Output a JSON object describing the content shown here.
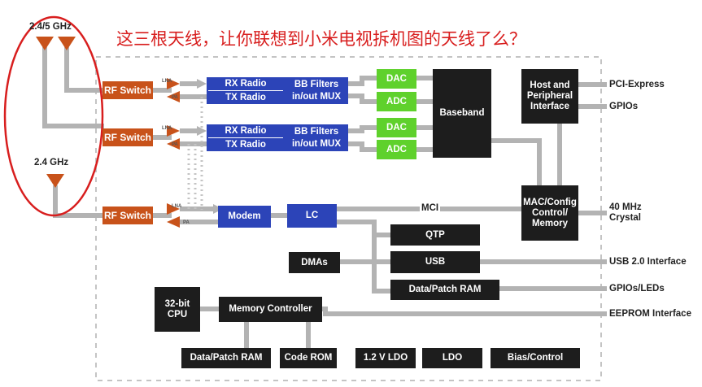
{
  "annotation": {
    "text": "这三根天线，让你联想到小米电视拆机图的天线了么？",
    "color": "#d81e1e"
  },
  "antennas": {
    "band_dual": "2.4/5 GHz",
    "band_single": "2.4 GHz"
  },
  "rf": {
    "switch": "RF Switch",
    "lna": "LNA",
    "pa": "PA"
  },
  "radio": {
    "rx": "RX Radio",
    "tx": "TX Radio",
    "bb_filters": "BB Filters",
    "mux": "in/out MUX"
  },
  "converters": {
    "dac": "DAC",
    "adc": "ADC"
  },
  "blocks": {
    "baseband": "Baseband",
    "host": "Host and Peripheral Interface",
    "mac": "MAC/Config Control/ Memory",
    "modem": "Modem",
    "lc": "LC",
    "mci": "MCI",
    "qtp": "QTP",
    "usb": "USB",
    "dmas": "DMAs",
    "data_patch_ram": "Data/Patch RAM",
    "cpu": "32-bit CPU",
    "memory_controller": "Memory Controller",
    "code_rom": "Code ROM",
    "ldo_12": "1.2 V LDO",
    "ldo": "LDO",
    "bias_control": "Bias/Control"
  },
  "interfaces": {
    "pci_express": "PCI-Express",
    "gpios": "GPIOs",
    "crystal": "40 MHz Crystal",
    "usb2": "USB 2.0 Interface",
    "gpios_leds": "GPIOs/LEDs",
    "eeprom": "EEPROM Interface"
  },
  "colors": {
    "black": "#1d1d1d",
    "blue": "#2c44b8",
    "green": "#5fd12c",
    "orange": "#c8521a",
    "line": "#b3b3b3",
    "circle": "#d81e1e"
  }
}
